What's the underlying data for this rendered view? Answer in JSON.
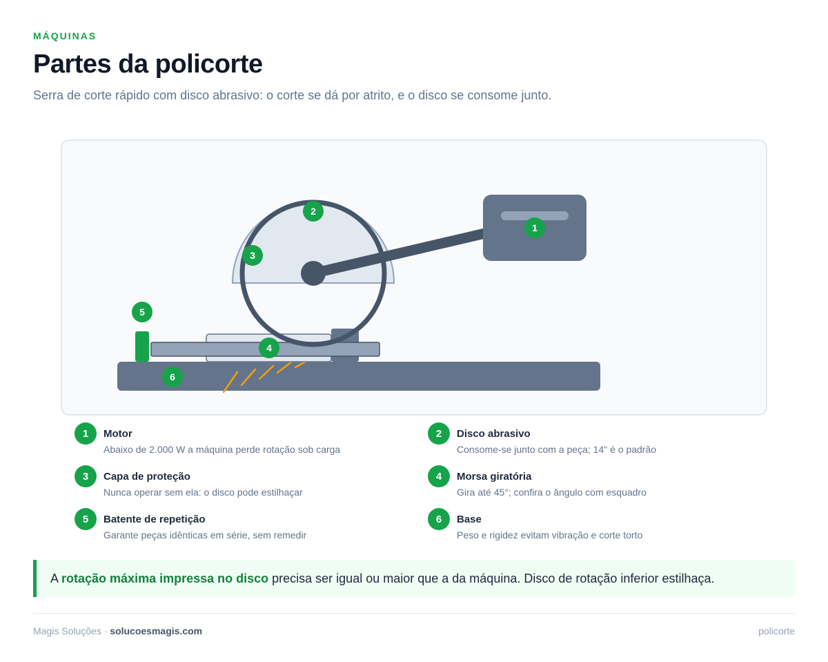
{
  "header": {
    "eyebrow": "MÁQUINAS",
    "title": "Partes da policorte",
    "subtitle": "Serra de corte rápido com disco abrasivo: o corte se dá por atrito, e o disco se consome junto."
  },
  "diagram": {
    "markers": [
      "1",
      "2",
      "3",
      "4",
      "5",
      "6"
    ]
  },
  "legend": [
    {
      "num": "1",
      "name": "Motor",
      "desc": "Abaixo de 2.000 W a máquina perde rotação sob carga"
    },
    {
      "num": "2",
      "name": "Disco abrasivo",
      "desc": "Consome-se junto com a peça; 14\" é o padrão"
    },
    {
      "num": "3",
      "name": "Capa de proteção",
      "desc": "Nunca operar sem ela: o disco pode estilhaçar"
    },
    {
      "num": "4",
      "name": "Morsa giratória",
      "desc": "Gira até 45°; confira o ângulo com esquadro"
    },
    {
      "num": "5",
      "name": "Batente de repetição",
      "desc": "Garante peças idênticas em série, sem remedir"
    },
    {
      "num": "6",
      "name": "Base",
      "desc": "Peso e rigidez evitam vibração e corte torto"
    }
  ],
  "callout": {
    "prefix": "A ",
    "highlight": "rotação máxima impressa no disco",
    "suffix": " precisa ser igual ou maior que a da máquina. Disco de rotação inferior estilhaça."
  },
  "footer": {
    "brand": "Magis Soluções",
    "separator": " · ",
    "site": "solucoesmagis.com",
    "tag": "policorte"
  },
  "colors": {
    "accent": "#16a34a",
    "machine_dark": "#475569",
    "machine_mid": "#64748b",
    "machine_light": "#94a3b8",
    "guard_fill": "#e2e8f0",
    "sparks": "#f59e0b"
  }
}
